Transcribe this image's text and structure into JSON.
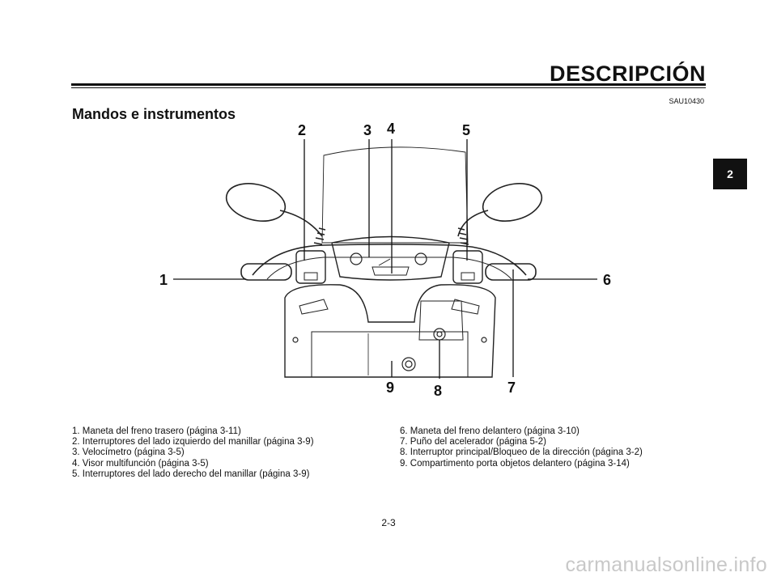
{
  "header": {
    "chapter_title": "DESCRIPCIÓN",
    "section_code": "SAU10430",
    "section_title": "Mandos e instrumentos",
    "chapter_tab": "2"
  },
  "figure": {
    "callouts": [
      "1",
      "2",
      "3",
      "4",
      "5",
      "6",
      "7",
      "8",
      "9"
    ]
  },
  "legend": {
    "left": [
      "1. Maneta del freno trasero (página 3-11)",
      "2. Interruptores del lado izquierdo del manillar (página 3-9)",
      "3. Velocímetro (página 3-5)",
      "4. Visor multifunción (página 3-5)",
      "5. Interruptores del lado derecho del manillar (página 3-9)"
    ],
    "right": [
      "6. Maneta del freno delantero (página 3-10)",
      "7. Puño del acelerador (página 5-2)",
      "8. Interruptor principal/Bloqueo de la dirección (página 3-2)",
      "9. Compartimento porta objetos delantero (página 3-14)"
    ]
  },
  "footer": {
    "page_number": "2-3",
    "watermark": "carmanualsonline.info"
  }
}
